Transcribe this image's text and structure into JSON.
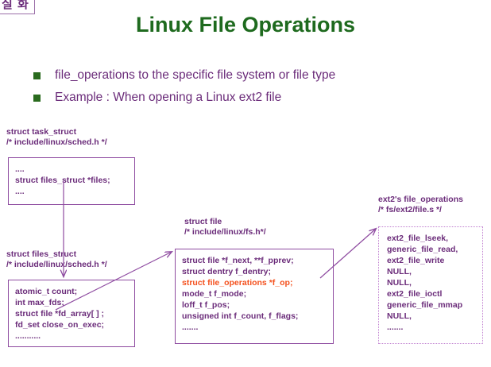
{
  "slide": {
    "corner_tab_text": "실 화",
    "title": "Linux File Operations",
    "bullets": [
      "file_operations to the specific file system or file type",
      "Example : When opening a Linux ext2 file"
    ],
    "colors": {
      "title_green": "#1E6A1E",
      "bullet_green": "#2A6B1E",
      "text_purple": "#6B2C7A",
      "border_purple": "#8E4BA0",
      "accent_orange": "#F4511E",
      "dotted_border": "#C07FD0"
    }
  },
  "boxes": {
    "task_struct": {
      "caption_line1": "struct task_struct",
      "caption_line2": "/* include/linux/sched.h */",
      "lines": [
        {
          "text": "....",
          "accent": false
        },
        {
          "text": "struct files_struct *files;",
          "accent": false
        },
        {
          "text": "....",
          "accent": false
        }
      ]
    },
    "files_struct": {
      "caption_line1": "struct files_struct",
      "caption_line2": "/* include/linux/sched.h */",
      "lines": [
        {
          "text": "atomic_t count;",
          "accent": false
        },
        {
          "text": "int max_fds;",
          "accent": false
        },
        {
          "text": "struct file *fd_array[ ] ;",
          "accent": false
        },
        {
          "text": "fd_set  close_on_exec;",
          "accent": false
        },
        {
          "text": "...........",
          "accent": false
        }
      ]
    },
    "file": {
      "caption_line1": "struct file",
      "caption_line2": "/* include/linux/fs.h*/",
      "lines": [
        {
          "text": "struct file *f_next, **f_pprev;",
          "accent": false
        },
        {
          "text": "struct dentry f_dentry;",
          "accent": false
        },
        {
          "text": "struct file_operations *f_op;",
          "accent": true
        },
        {
          "text": "mode_t  f_mode;",
          "accent": false
        },
        {
          "text": "loff_t  f_pos;",
          "accent": false
        },
        {
          "text": "unsigned int  f_count, f_flags;",
          "accent": false
        },
        {
          "text": ".......",
          "accent": false
        }
      ]
    },
    "ext2_fops": {
      "caption_line1": "ext2's file_operations",
      "caption_line2": "/*  fs/ext2/file.s  */",
      "lines": [
        {
          "text": "ext2_file_lseek,",
          "accent": false
        },
        {
          "text": "generic_file_read,",
          "accent": false
        },
        {
          "text": "ext2_file_write",
          "accent": false
        },
        {
          "text": "NULL,",
          "accent": false
        },
        {
          "text": "NULL,",
          "accent": false
        },
        {
          "text": "ext2_file_ioctl",
          "accent": false
        },
        {
          "text": "generic_file_mmap",
          "accent": false
        },
        {
          "text": "NULL,",
          "accent": false
        },
        {
          "text": " .......",
          "accent": false
        }
      ]
    }
  }
}
